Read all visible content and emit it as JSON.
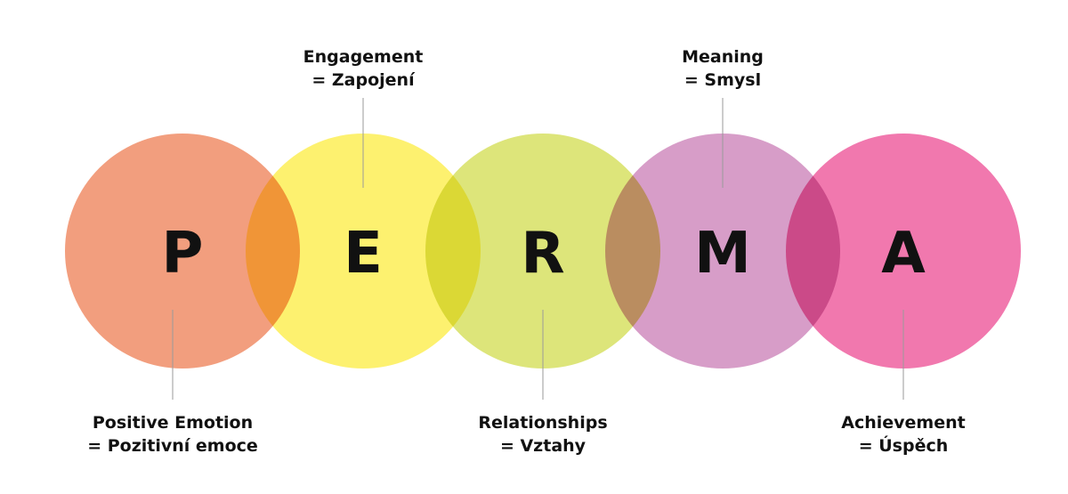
{
  "pillars": [
    {
      "letter": "P",
      "label_en": "Positive Emotion",
      "label_cs": "= Pozitivní emoce",
      "color": "#F29E7E",
      "label_side": "bottom"
    },
    {
      "letter": "E",
      "label_en": "Engagement",
      "label_cs": "= Zapojení",
      "color": "#FDF16F",
      "label_side": "top"
    },
    {
      "letter": "R",
      "label_en": "Relationships",
      "label_cs": "= Vztahy",
      "color": "#DDE57A",
      "label_side": "bottom"
    },
    {
      "letter": "M",
      "label_en": "Meaning",
      "label_cs": "= Smysl",
      "color": "#D79DC8",
      "label_side": "top"
    },
    {
      "letter": "A",
      "label_en": "Achievement",
      "label_cs": "= Úspěch",
      "color": "#F178AE",
      "label_side": "bottom"
    }
  ]
}
